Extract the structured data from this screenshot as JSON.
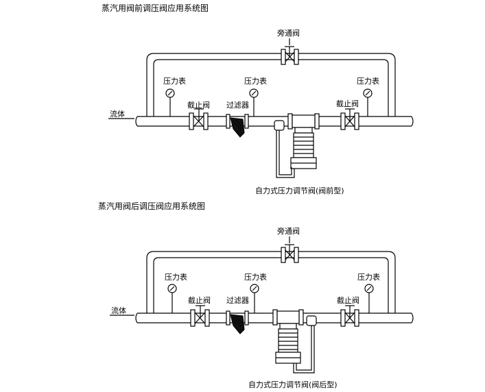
{
  "diagrams": [
    {
      "title": "蒸汽用阀前调压阀应用系统图",
      "bypass_label": "旁通阀",
      "gauge_labels": [
        "压力表",
        "压力表",
        "压力表"
      ],
      "shutoff_labels": [
        "截止阀",
        "截止阀"
      ],
      "filter_label": "过滤器",
      "fluid_label": "流体",
      "regulator_label": "自力式压力调节阀(阀前型)"
    },
    {
      "title": "蒸汽用阀后调压阀应用系统图",
      "bypass_label": "旁通阀",
      "gauge_labels": [
        "压力表",
        "压力表",
        "压力表"
      ],
      "shutoff_labels": [
        "截止阀",
        "截止阀"
      ],
      "filter_label": "过滤器",
      "fluid_label": "流体",
      "regulator_label": "自力式压力调节阀(阀后型)"
    }
  ]
}
